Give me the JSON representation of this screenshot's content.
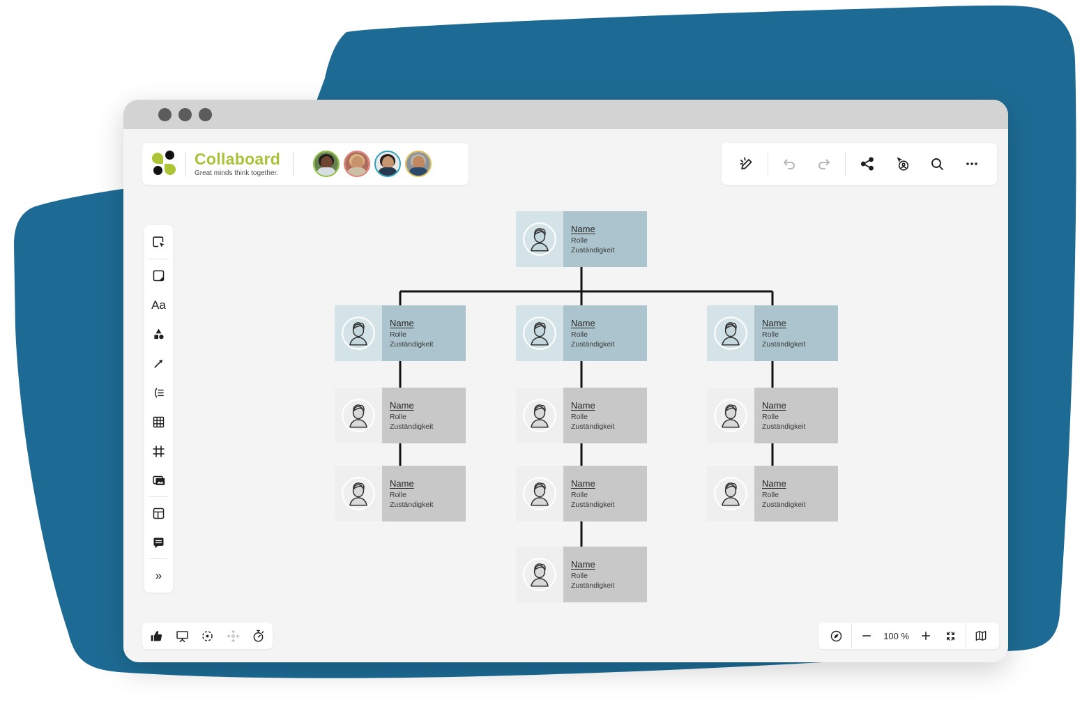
{
  "colors": {
    "background_shape": "#1d6b94",
    "titlebar": "#d3d3d3",
    "canvas": "#f4f4f4",
    "brand_green": "#a9c23a",
    "card_blue_left": "#d4e3e7",
    "card_blue_right": "#abc4cd",
    "card_gray_left": "#efefef",
    "card_gray_right": "#c8c8c8",
    "connector": "#111111"
  },
  "window": {
    "control_dots": [
      "dot-1",
      "dot-2",
      "dot-3"
    ]
  },
  "header": {
    "logo_text": "Collaboard",
    "tagline": "Great minds think together.",
    "collaborators": [
      {
        "id": "collaborator-1",
        "ring": "#8fbf3f",
        "bg": "#66824f",
        "skin": "#6e4530",
        "hair": "#1e1a18",
        "shirt": "#d7dee3"
      },
      {
        "id": "collaborator-2",
        "ring": "#dd8474",
        "bg": "#b06a5e",
        "skin": "#c8936c",
        "hair": "#d8b980",
        "shirt": "#cbbfa8"
      },
      {
        "id": "collaborator-3",
        "ring": "#2ba2b9",
        "bg": "#e9e9e9",
        "skin": "#c59771",
        "hair": "#20191c",
        "shirt": "#27384d"
      },
      {
        "id": "collaborator-4",
        "ring": "#ddbe55",
        "bg": "#8c9298",
        "skin": "#c1885f",
        "hair": "#b9b2a8",
        "shirt": "#2c486b"
      }
    ]
  },
  "top_toolbar": {
    "tools": [
      "sketch-pen",
      "undo",
      "redo",
      "share",
      "follow-user",
      "search",
      "more-options"
    ]
  },
  "sidebar": {
    "tools": [
      "select",
      "sticky-note",
      "text",
      "shapes",
      "connector-arrow",
      "outline",
      "table",
      "frame",
      "media",
      "template",
      "comment",
      "expand"
    ],
    "text_tool_glyph": "Aa",
    "expand_glyph": "»"
  },
  "org_chart": {
    "nodes": [
      {
        "id": "root",
        "variant": "blue",
        "col": "center",
        "row": 0,
        "name": "Name",
        "role": "Rolle",
        "responsibility": "Zuständigkeit"
      },
      {
        "id": "branch1-lead",
        "variant": "blue",
        "col": "left",
        "row": 1,
        "name": "Name",
        "role": "Rolle",
        "responsibility": "Zuständigkeit"
      },
      {
        "id": "branch2-lead",
        "variant": "blue",
        "col": "center",
        "row": 1,
        "name": "Name",
        "role": "Rolle",
        "responsibility": "Zuständigkeit"
      },
      {
        "id": "branch3-lead",
        "variant": "blue",
        "col": "right",
        "row": 1,
        "name": "Name",
        "role": "Rolle",
        "responsibility": "Zuständigkeit"
      },
      {
        "id": "branch1-member1",
        "variant": "gray",
        "col": "left",
        "row": 2,
        "name": "Name",
        "role": "Rolle",
        "responsibility": "Zuständigkeit"
      },
      {
        "id": "branch2-member1",
        "variant": "gray",
        "col": "center",
        "row": 2,
        "name": "Name",
        "role": "Rolle",
        "responsibility": "Zuständigkeit"
      },
      {
        "id": "branch3-member1",
        "variant": "gray",
        "col": "right",
        "row": 2,
        "name": "Name",
        "role": "Rolle",
        "responsibility": "Zuständigkeit"
      },
      {
        "id": "branch1-member2",
        "variant": "gray",
        "col": "left",
        "row": 3,
        "name": "Name",
        "role": "Rolle",
        "responsibility": "Zuständigkeit"
      },
      {
        "id": "branch2-member2",
        "variant": "gray",
        "col": "center",
        "row": 3,
        "name": "Name",
        "role": "Rolle",
        "responsibility": "Zuständigkeit"
      },
      {
        "id": "branch3-member2",
        "variant": "gray",
        "col": "right",
        "row": 3,
        "name": "Name",
        "role": "Rolle",
        "responsibility": "Zuständigkeit"
      },
      {
        "id": "branch2-member3",
        "variant": "gray",
        "col": "center",
        "row": 4,
        "name": "Name",
        "role": "Rolle",
        "responsibility": "Zuständigkeit"
      }
    ]
  },
  "bottom_toolbar": {
    "tools": [
      "like",
      "present",
      "focus",
      "move",
      "timer"
    ]
  },
  "zoom_toolbar": {
    "zoom_level": "100 %",
    "tools": [
      "overview-compass",
      "zoom-out",
      "zoom-in",
      "fit-to-screen",
      "minimap"
    ]
  }
}
